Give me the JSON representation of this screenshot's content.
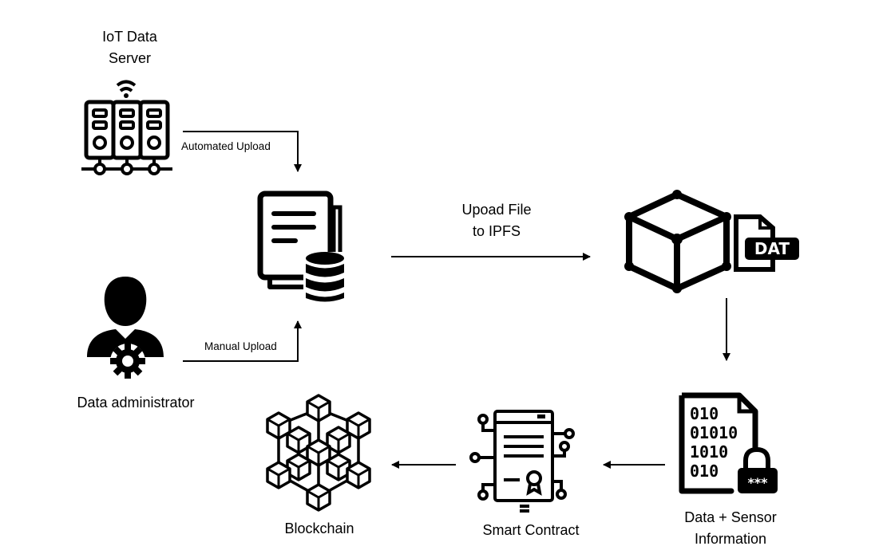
{
  "nodes": {
    "iot_server": {
      "label_line1": "IoT Data",
      "label_line2": "Server",
      "icon": "server-rack-icon"
    },
    "data_admin": {
      "label": "Data administrator",
      "icon": "admin-user-gear-icon"
    },
    "file_store": {
      "icon": "document-database-icon"
    },
    "ipfs": {
      "icon": "cube-dat-file-icon",
      "badge": "DAT"
    },
    "data_sensor": {
      "label_line1": "Data + Sensor",
      "label_line2": "Information",
      "icon": "binary-file-lock-icon",
      "binary_lines": [
        "010",
        "01010",
        "1010",
        "010"
      ],
      "lock_mask": "***"
    },
    "smart_contract": {
      "label": "Smart Contract",
      "icon": "smart-contract-icon"
    },
    "blockchain": {
      "label": "Blockchain",
      "icon": "blockchain-cubes-icon"
    }
  },
  "edges": {
    "automated_upload": "Automated Upload",
    "manual_upload": "Manual Upload",
    "upload_ipfs_line1": "Upoad File",
    "upload_ipfs_line2": "to IPFS"
  },
  "colors": {
    "stroke": "#000000",
    "background": "#ffffff"
  }
}
